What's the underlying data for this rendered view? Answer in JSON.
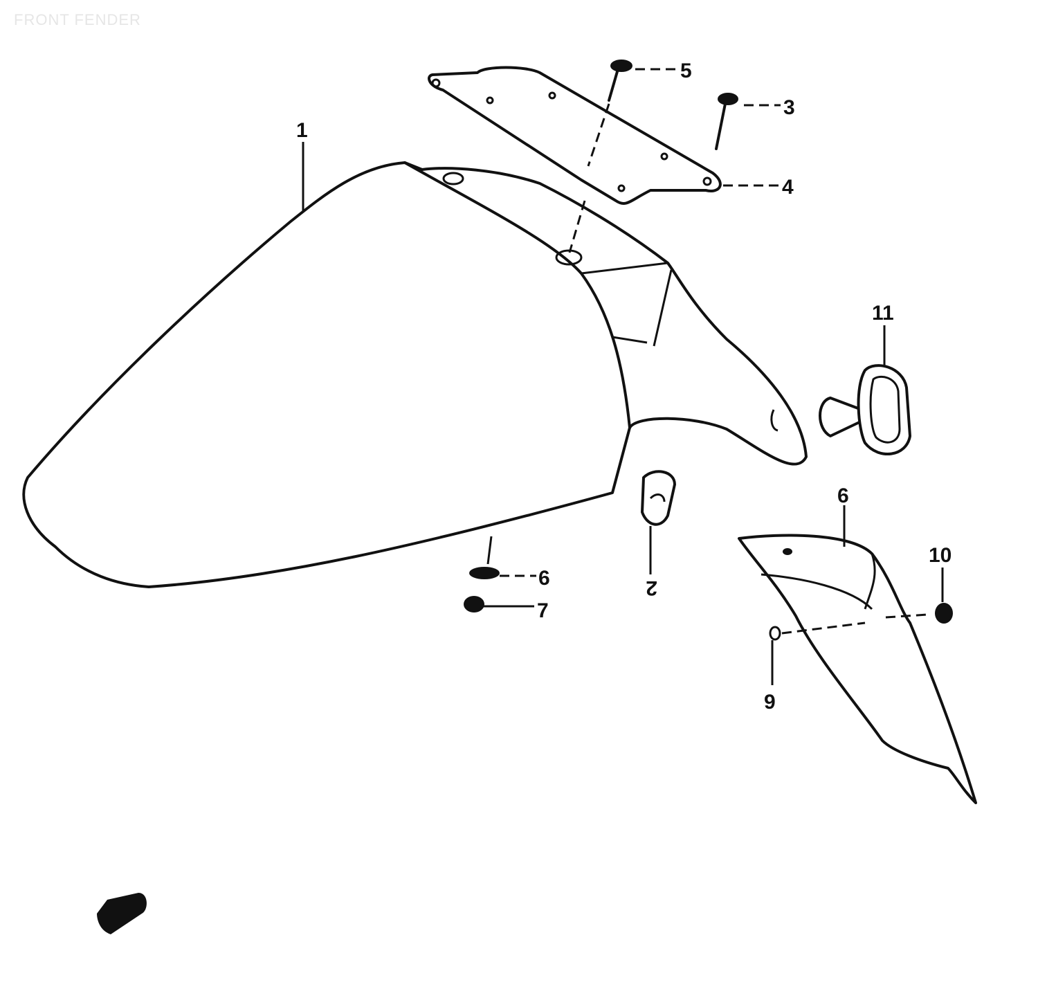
{
  "title": "FRONT FENDER",
  "callouts": [
    {
      "id": "c1",
      "label": "1"
    },
    {
      "id": "c2",
      "label": "2"
    },
    {
      "id": "c3",
      "label": "3"
    },
    {
      "id": "c4",
      "label": "4"
    },
    {
      "id": "c5",
      "label": "5"
    },
    {
      "id": "c6a",
      "label": "6"
    },
    {
      "id": "c7",
      "label": "7"
    },
    {
      "id": "c6b",
      "label": "6"
    },
    {
      "id": "c9",
      "label": "9"
    },
    {
      "id": "c10",
      "label": "10"
    },
    {
      "id": "c11",
      "label": "11"
    }
  ]
}
